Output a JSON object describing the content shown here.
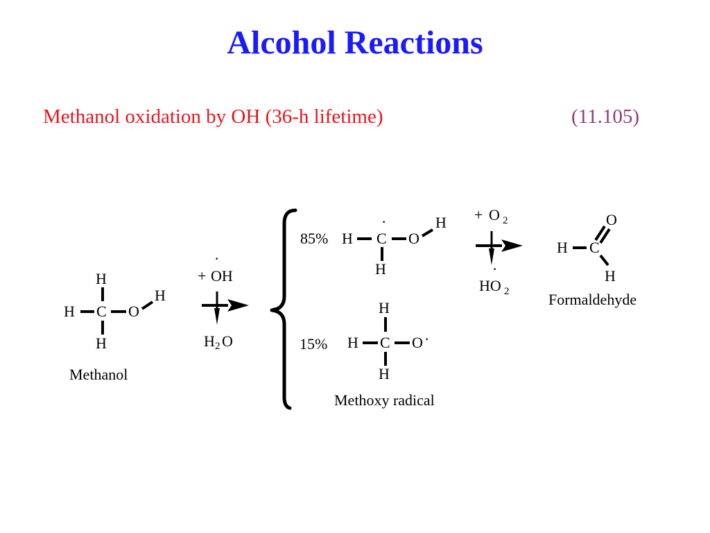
{
  "slide": {
    "title": "Alcohol Reactions",
    "subtitle": "Methanol oxidation by OH (36-h lifetime)",
    "equation_number": "(11.105)"
  },
  "atoms": {
    "H": "H",
    "C": "C",
    "O": "O"
  },
  "reagents": {
    "step1_plus": "+",
    "step1_reactant": "OH",
    "step1_product_h": "H",
    "step1_product_sub": "2",
    "step1_product_o": "O",
    "step2_plus": "+",
    "step2_reactant_o": "O",
    "step2_reactant_sub": "2",
    "step2_product_ho": "HO",
    "step2_product_sub": "2"
  },
  "branches": {
    "upper_pct": "85%",
    "lower_pct": "15%"
  },
  "labels": {
    "methanol": "Methanol",
    "methoxy": "Methoxy radical",
    "formaldehyde": "Formaldehyde"
  },
  "radical_dot": "·",
  "colors": {
    "title": "#1a1aff",
    "subtitle": "#e8141c",
    "equation_number": "#8e3a7a"
  }
}
